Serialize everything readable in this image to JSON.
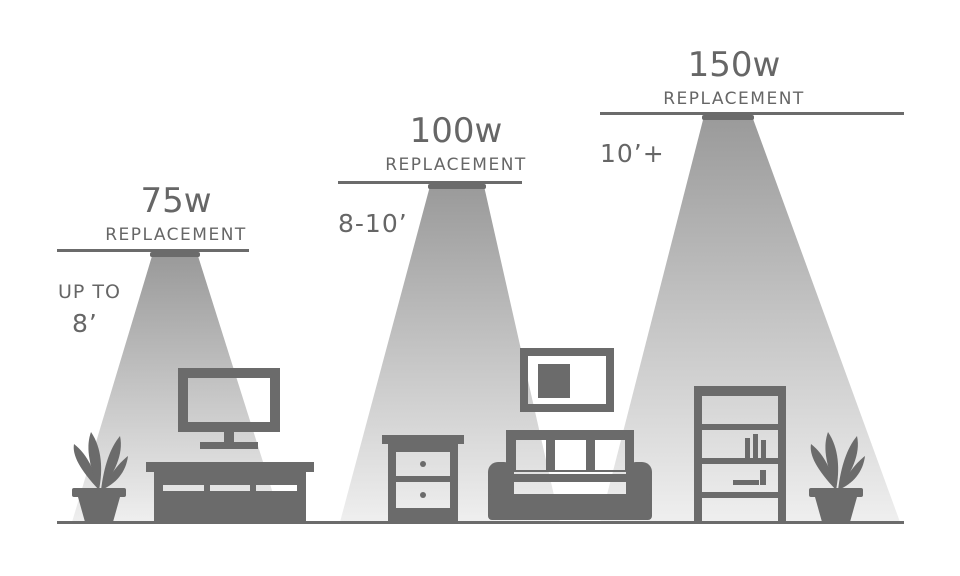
{
  "colors": {
    "furniture": "#6b6b6b",
    "ceiling": "#6b6b6b",
    "text": "#666666",
    "beam_top": "#9a9a9a",
    "beam_bottom": "#ececec",
    "background": "#ffffff"
  },
  "fixtures": [
    {
      "wattage": "75w",
      "label": "REPLACEMENT",
      "height_line1": "UP TO",
      "height_line2": "8’"
    },
    {
      "wattage": "100w",
      "label": "REPLACEMENT",
      "height_line1": "8-10’",
      "height_line2": ""
    },
    {
      "wattage": "150w",
      "label": "REPLACEMENT",
      "height_line1": "10’+",
      "height_line2": ""
    }
  ],
  "icons": [
    "plant-icon",
    "tv-icon",
    "tv-stand-icon",
    "nightstand-icon",
    "wall-frame-icon",
    "sofa-icon",
    "bookshelf-icon"
  ]
}
